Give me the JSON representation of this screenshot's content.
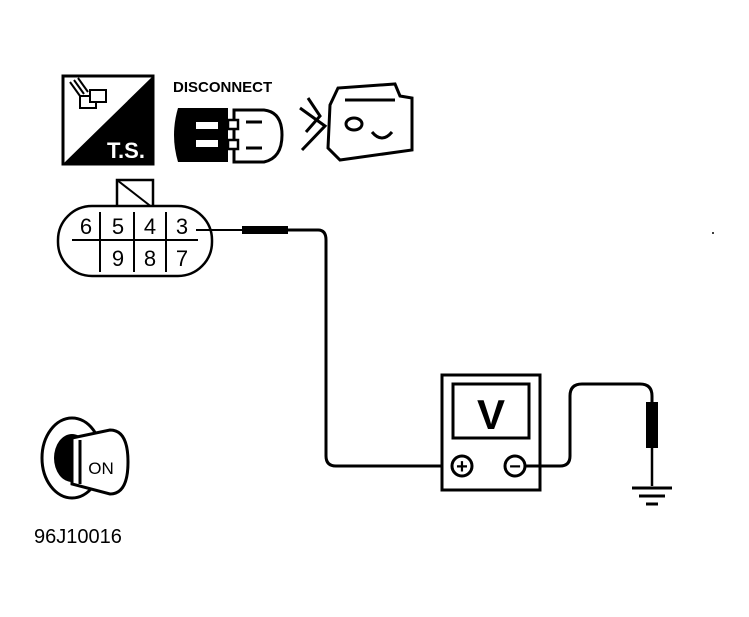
{
  "diagram": {
    "ts_badge": "T.S.",
    "disconnect_label": "DISCONNECT",
    "connector": {
      "top_row": [
        "6",
        "5",
        "4",
        "3"
      ],
      "bottom_row": [
        "9",
        "8",
        "7"
      ]
    },
    "voltmeter": {
      "display": "V",
      "positive_symbol": "+",
      "negative_symbol": "−"
    },
    "ignition": {
      "label": "ON"
    },
    "figure_id": "96J10016"
  },
  "colors": {
    "ink": "#000000",
    "paper": "#ffffff"
  }
}
